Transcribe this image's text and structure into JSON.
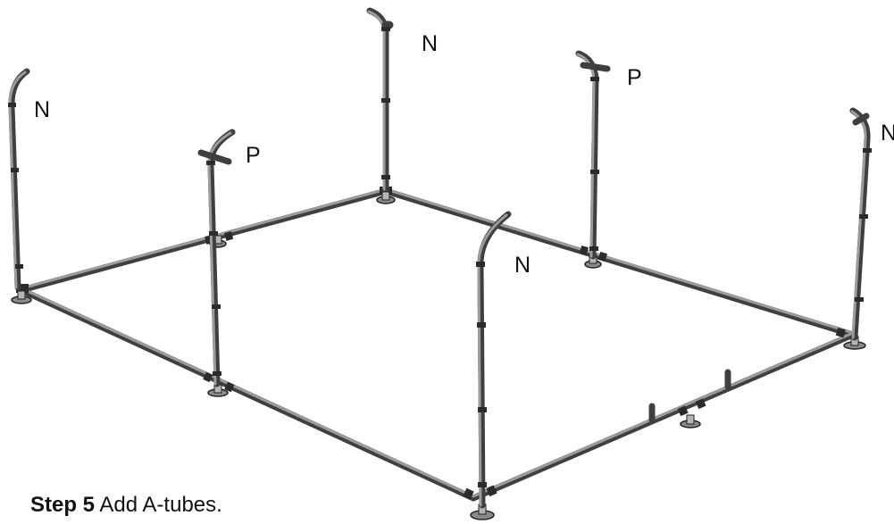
{
  "labels": {
    "back_left": "N",
    "back_center": "N",
    "back_right": "N",
    "front_center": "N",
    "left_mid": "P",
    "right_mid": "P"
  },
  "caption": {
    "step": "Step 5",
    "text": " Add A-tubes."
  }
}
